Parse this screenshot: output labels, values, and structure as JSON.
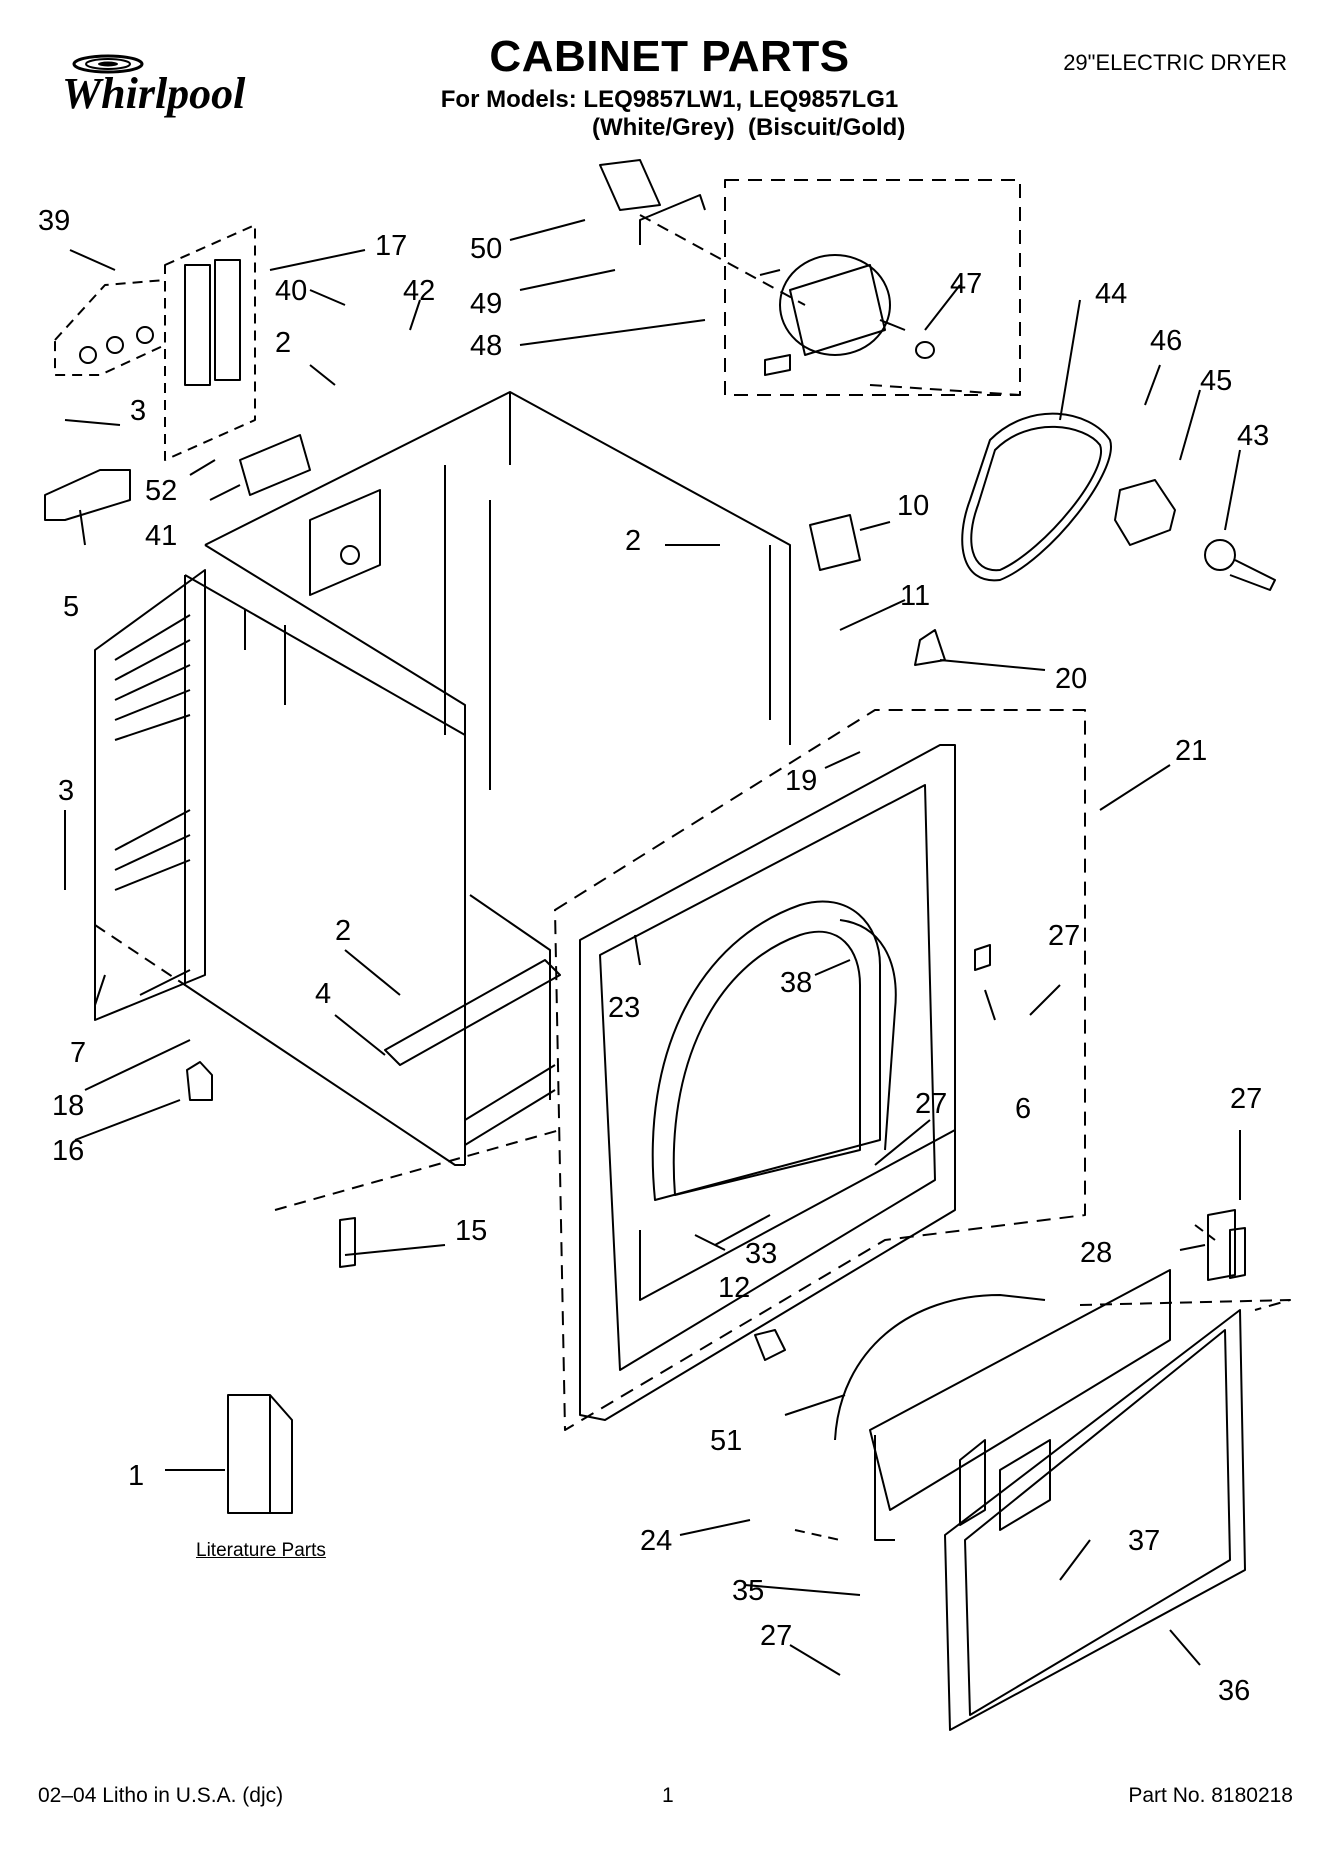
{
  "header": {
    "brand": "Whirlpool",
    "title": "CABINET PARTS",
    "models_line": "For Models: LEQ9857LW1, LEQ9857LG1",
    "colors_line": "(White/Grey)  (Biscuit/Gold)",
    "product": "29\"ELECTRIC DRYER"
  },
  "callouts": [
    "39",
    "17",
    "40",
    "42",
    "2",
    "3",
    "52",
    "41",
    "5",
    "50",
    "49",
    "48",
    "47",
    "44",
    "46",
    "45",
    "43",
    "10",
    "2",
    "11",
    "20",
    "21",
    "19",
    "3",
    "27",
    "7",
    "18",
    "16",
    "2",
    "4",
    "23",
    "38",
    "6",
    "27",
    "27",
    "15",
    "33",
    "12",
    "28",
    "1",
    "51",
    "24",
    "37",
    "35",
    "27",
    "36"
  ],
  "literature_label": "Literature Parts",
  "footer": {
    "left": "02–04 Litho in U.S.A. (djc)",
    "page": "1",
    "part_no": "Part No. 8180218"
  }
}
